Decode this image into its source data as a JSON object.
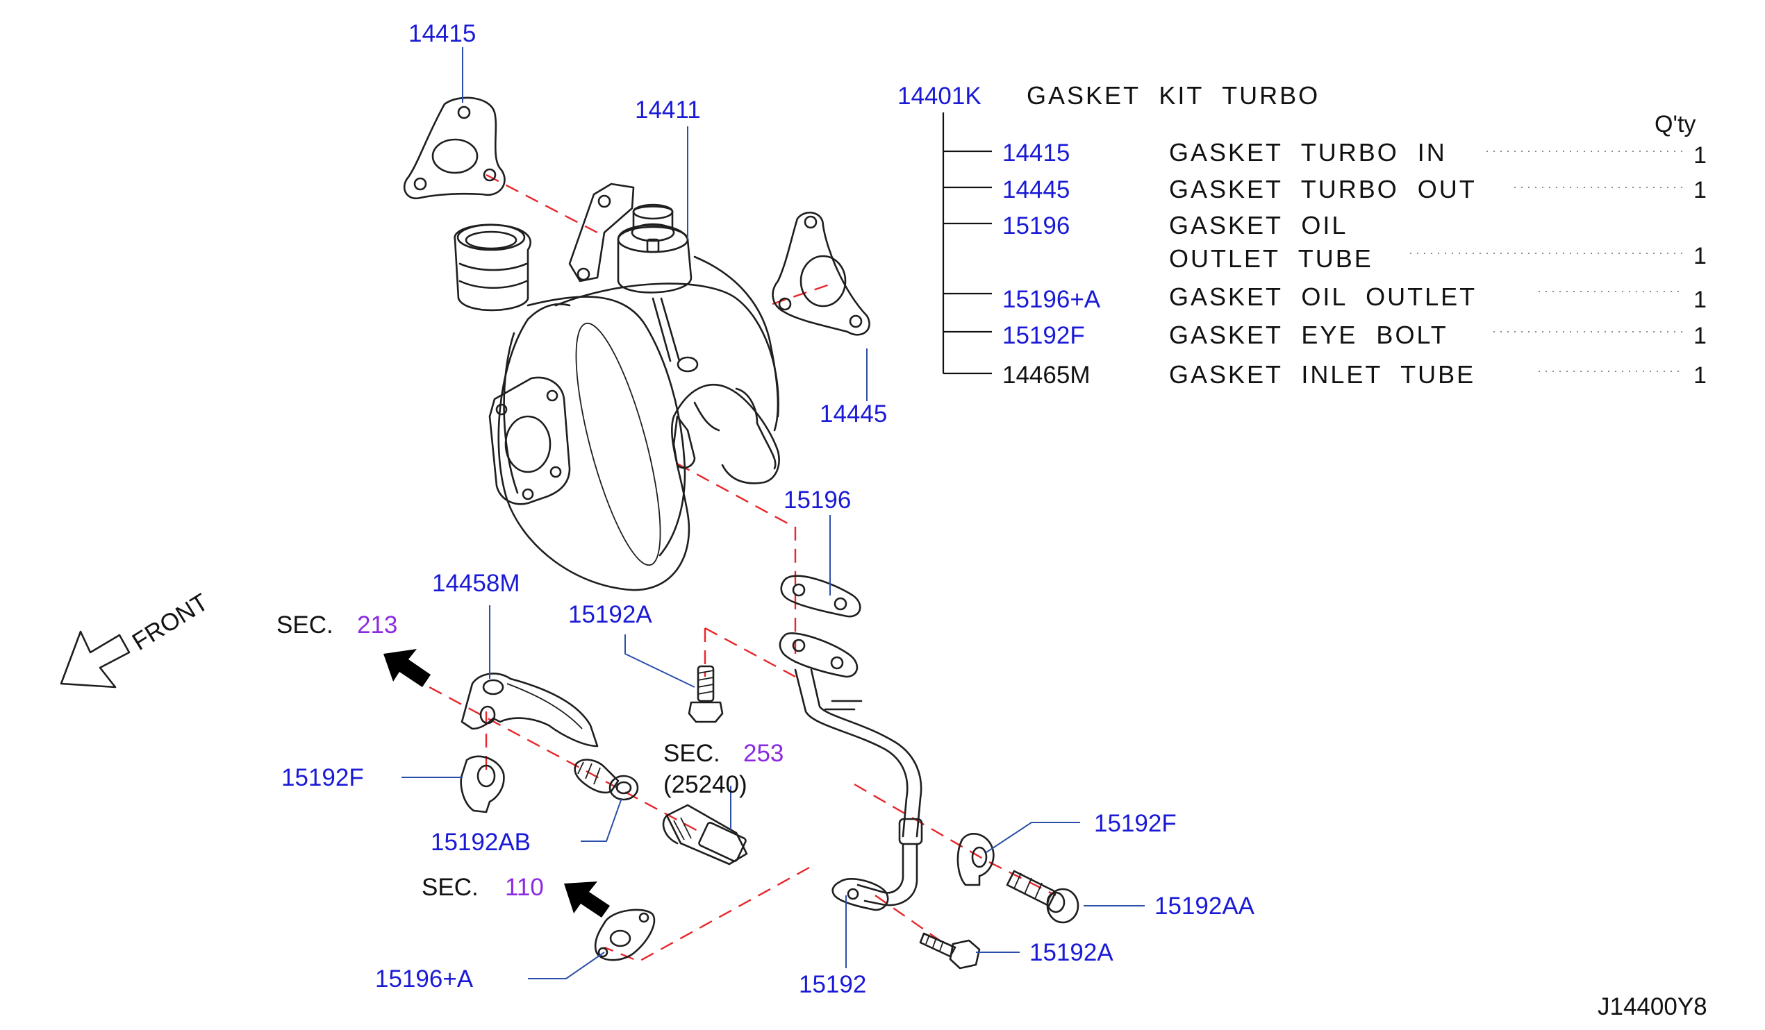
{
  "diagram_code": "J14400Y8",
  "kit": {
    "number": "14401K",
    "title": "GASKET KIT TURBO",
    "qty_header": "Q'ty",
    "items": [
      {
        "part": "14415",
        "name": "GASKET TURBO IN",
        "name2": "",
        "qty": "1"
      },
      {
        "part": "14445",
        "name": "GASKET TURBO OUT",
        "name2": "",
        "qty": "1"
      },
      {
        "part": "15196",
        "name": "GASKET OIL",
        "name2": "OUTLET TUBE",
        "qty": "1"
      },
      {
        "part": "15196+A",
        "name": "GASKET OIL OUTLET",
        "name2": "",
        "qty": "1"
      },
      {
        "part": "15192F",
        "name": "GASKET EYE BOLT",
        "name2": "",
        "qty": "1"
      },
      {
        "part": "14465M",
        "name": "GASKET INLET TUBE",
        "name2": "",
        "qty": "1"
      }
    ]
  },
  "callouts": {
    "p14415": "14415",
    "p14411": "14411",
    "p14445": "14445",
    "p15196": "15196",
    "p14458M": "14458M",
    "p15192A_top": "15192A",
    "p15192F_left": "15192F",
    "p15192AB": "15192AB",
    "p15192F_right": "15192F",
    "p15192AA": "15192AA",
    "p15192A_bottom": "15192A",
    "p15192": "15192",
    "p15196A": "15196+A"
  },
  "sections": {
    "sec213": {
      "prefix": "SEC.",
      "number": "213"
    },
    "sec253": {
      "prefix": "SEC.",
      "number": "253",
      "sub": "(25240)"
    },
    "sec110": {
      "prefix": "SEC.",
      "number": "110"
    }
  },
  "front_label": "FRONT",
  "colors": {
    "part_number": "#1a1ad6",
    "section_number": "#8a2be2",
    "dashed_line": "#e8262b",
    "leader_line": "#2b4fa8",
    "text": "#111111"
  },
  "icons": {
    "front": "front-arrow-icon",
    "direction": "section-arrow-icon"
  }
}
